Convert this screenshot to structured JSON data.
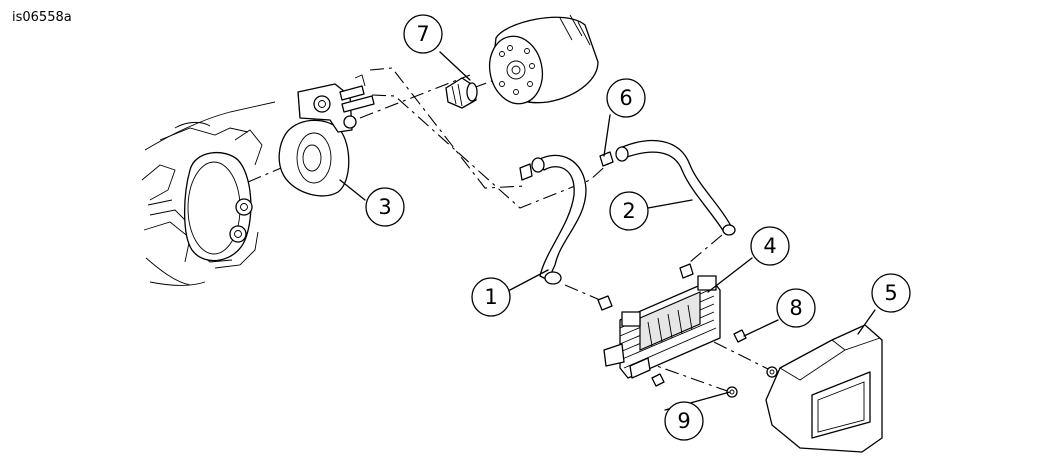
{
  "reference_code": "is06558a",
  "callouts": [
    {
      "label": "1"
    },
    {
      "label": "2"
    },
    {
      "label": "3"
    },
    {
      "label": "4"
    },
    {
      "label": "5"
    },
    {
      "label": "6"
    },
    {
      "label": "7"
    },
    {
      "label": "8"
    },
    {
      "label": "9"
    }
  ]
}
